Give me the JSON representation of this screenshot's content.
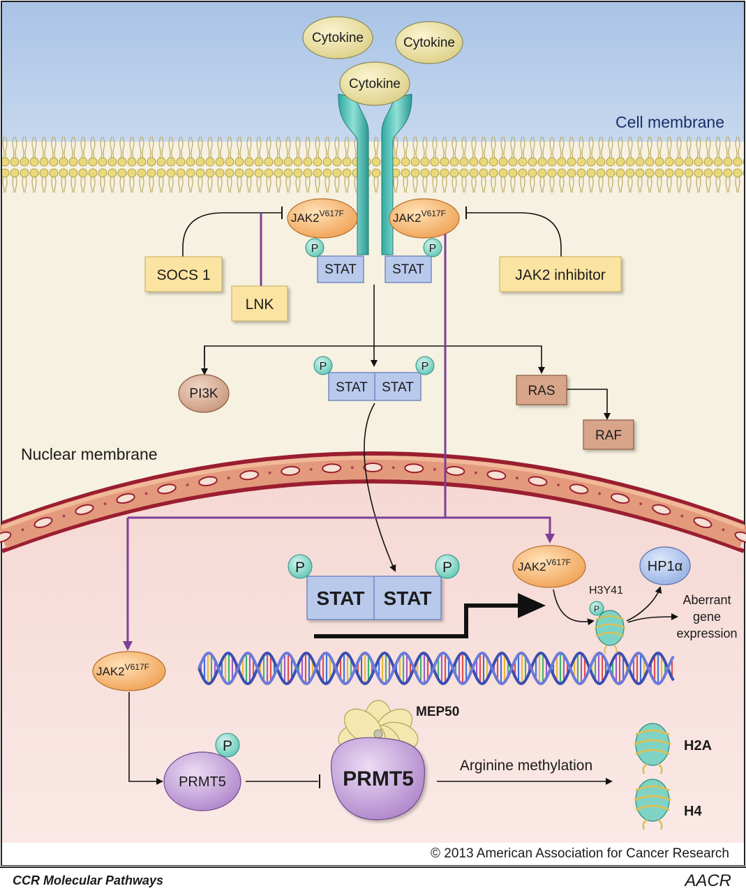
{
  "labels": {
    "cell_membrane": "Cell membrane",
    "nuclear_membrane": "Nuclear membrane",
    "mep50": "MEP50",
    "h3y41": "H3Y41",
    "arginine_methylation": "Arginine methylation",
    "aberrant_line1": "Aberrant",
    "aberrant_line2": "gene",
    "aberrant_line3": "expression",
    "h2a": "H2A",
    "h4": "H4"
  },
  "nodes": {
    "cytokine": "Cytokine",
    "jak2_base": "JAK2",
    "jak2_sup": "V617F",
    "stat": "STAT",
    "p": "P",
    "socs1": "SOCS 1",
    "lnk": "LNK",
    "jak2_inhibitor": "JAK2 inhibitor",
    "pi3k": "PI3K",
    "ras": "RAS",
    "raf": "RAF",
    "prmt5": "PRMT5",
    "hp1a": "HP1α"
  },
  "footer": {
    "copyright": "© 2013 American Association for Cancer Research",
    "journal": "CCR Molecular Pathways",
    "logo": "AACR"
  },
  "colors": {
    "extracellular": "#b9cfe9",
    "cytoplasm": "#f6f1e0",
    "nucleus": "#f7dcd8",
    "jak2": "#f4b264",
    "stat": "#b8c9ec",
    "phospho": "#7fd3c4",
    "yellow_box": "#fbe3a1",
    "brown_box": "#d8a58a",
    "prmt5": "#c5a3d8",
    "purple_line": "#8a4aa0"
  }
}
